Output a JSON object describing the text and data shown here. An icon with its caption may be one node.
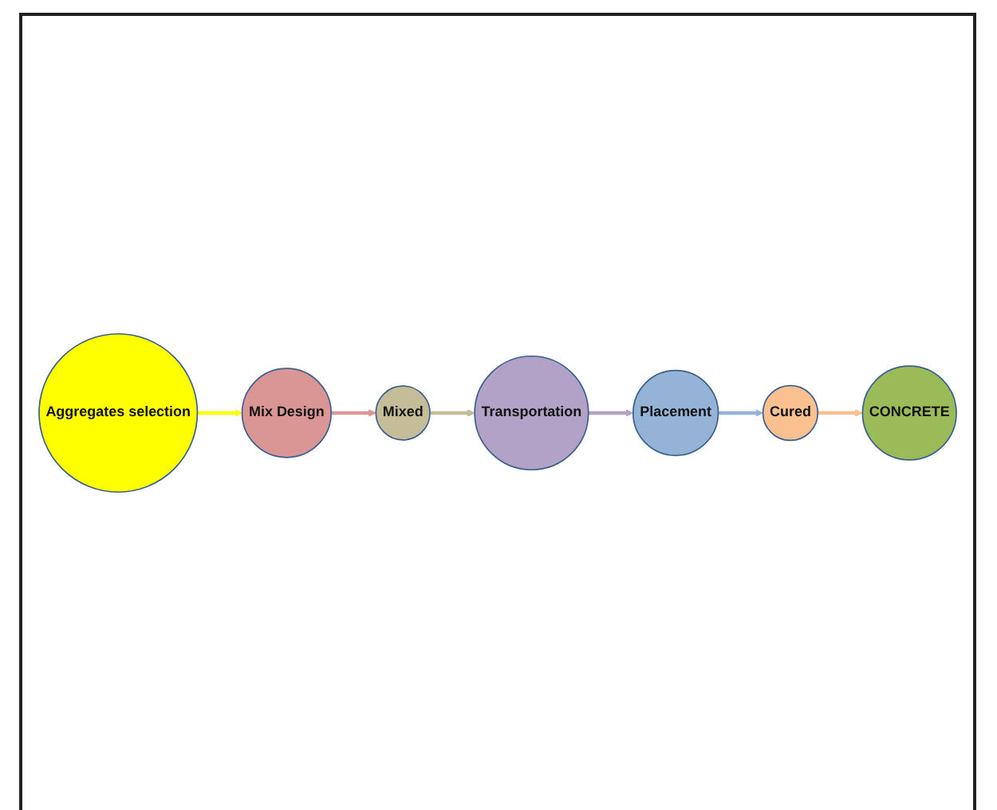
{
  "diagram": {
    "nodes": [
      {
        "text": [
          "Aggregates selection"
        ]
      },
      {
        "text": [
          "Mix Design"
        ]
      },
      {
        "text": [
          "Mixed"
        ]
      },
      {
        "text": [
          "Transportation"
        ]
      },
      {
        "text": [
          "Placement"
        ]
      },
      {
        "text": [
          "Cured"
        ]
      },
      {
        "text": [
          "CONCRETE"
        ]
      }
    ],
    "edges": [
      {
        "from": 0,
        "to": 1,
        "arrow": "to",
        "color": "#ffff00"
      },
      {
        "from": 1,
        "to": 2,
        "arrow": "to",
        "color": "#d99694"
      },
      {
        "from": 2,
        "to": 3,
        "arrow": "to",
        "color": "#c4bd97"
      },
      {
        "from": 3,
        "to": 4,
        "arrow": "to",
        "color": "#b3a2c7"
      },
      {
        "from": 4,
        "to": 5,
        "arrow": "to",
        "color": "#95b3d7"
      },
      {
        "from": 5,
        "to": 6,
        "arrow": "to",
        "color": "#fac090"
      }
    ]
  }
}
